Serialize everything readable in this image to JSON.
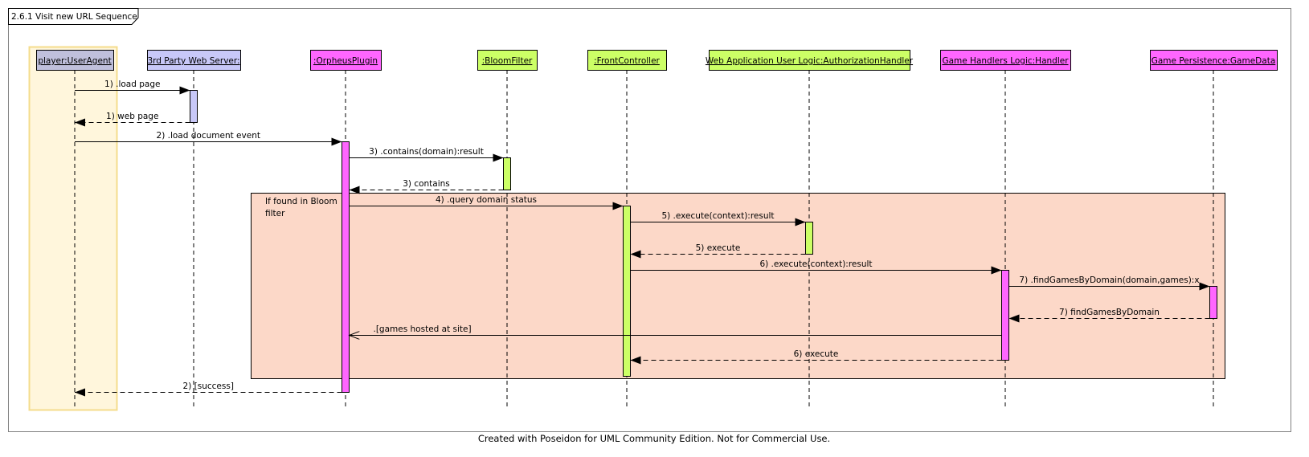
{
  "frame": {
    "title": "2.6.1  Visit new URL Sequence"
  },
  "footer": "Created with Poseidon for UML Community Edition. Not for Commercial Use.",
  "colors": {
    "background": "#ffffff",
    "actor_fill": "#c0c0dc",
    "blue_fill": "#c8c8f8",
    "magenta_fill": "#ff66ff",
    "green_fill": "#ccff66",
    "fragment_fill": "#fcd8c8",
    "actor_lane_fill": "#fff6dc",
    "actor_lane_border": "#f4dc8c",
    "line": "#000000",
    "frame_border": "#808080"
  },
  "lifelines": [
    {
      "id": "ua",
      "label": "player:UserAgent",
      "color": "actor_fill"
    },
    {
      "id": "ws",
      "label": "3rd Party Web Server:",
      "color": "blue_fill"
    },
    {
      "id": "op",
      "label": ":OrpheusPlugin",
      "color": "magenta_fill"
    },
    {
      "id": "bf",
      "label": ":BloomFilter",
      "color": "green_fill"
    },
    {
      "id": "fc",
      "label": ":FrontController",
      "color": "green_fill"
    },
    {
      "id": "ah",
      "label": "Web Application User Logic:AuthorizationHandler",
      "color": "green_fill"
    },
    {
      "id": "gh",
      "label": "Game Handlers Logic:Handler",
      "color": "magenta_fill"
    },
    {
      "id": "gd",
      "label": "Game Persistence:GameData",
      "color": "magenta_fill"
    }
  ],
  "fragment": {
    "guard": "If found in Bloom\nfilter"
  },
  "messages": [
    {
      "id": "m1",
      "label": "1) .load page",
      "from": "ua",
      "to": "ws",
      "kind": "sync"
    },
    {
      "id": "m2",
      "label": "1) web page",
      "from": "ws",
      "to": "ua",
      "kind": "return"
    },
    {
      "id": "m3",
      "label": "2) .load document event",
      "from": "ua",
      "to": "op",
      "kind": "sync"
    },
    {
      "id": "m4",
      "label": "3) .contains(domain):result",
      "from": "op",
      "to": "bf",
      "kind": "sync"
    },
    {
      "id": "m5",
      "label": "3) contains",
      "from": "bf",
      "to": "op",
      "kind": "return"
    },
    {
      "id": "m6",
      "label": "4) .query domain status",
      "from": "op",
      "to": "fc",
      "kind": "sync"
    },
    {
      "id": "m7",
      "label": "5) .execute(context):result",
      "from": "fc",
      "to": "ah",
      "kind": "sync"
    },
    {
      "id": "m8",
      "label": "5) execute",
      "from": "ah",
      "to": "fc",
      "kind": "return"
    },
    {
      "id": "m9",
      "label": "6) .execute(context):result",
      "from": "fc",
      "to": "gh",
      "kind": "sync"
    },
    {
      "id": "m10",
      "label": "7) .findGamesByDomain(domain,games):x",
      "from": "gh",
      "to": "gd",
      "kind": "sync"
    },
    {
      "id": "m11",
      "label": "7) findGamesByDomain",
      "from": "gd",
      "to": "gh",
      "kind": "return"
    },
    {
      "id": "m12",
      "label": ".[games hosted at site]",
      "from": "gh",
      "to": "op",
      "kind": "async"
    },
    {
      "id": "m13",
      "label": "6) execute",
      "from": "gh",
      "to": "fc",
      "kind": "return"
    },
    {
      "id": "m14",
      "label": "2) [success]",
      "from": "op",
      "to": "ua",
      "kind": "return"
    }
  ]
}
